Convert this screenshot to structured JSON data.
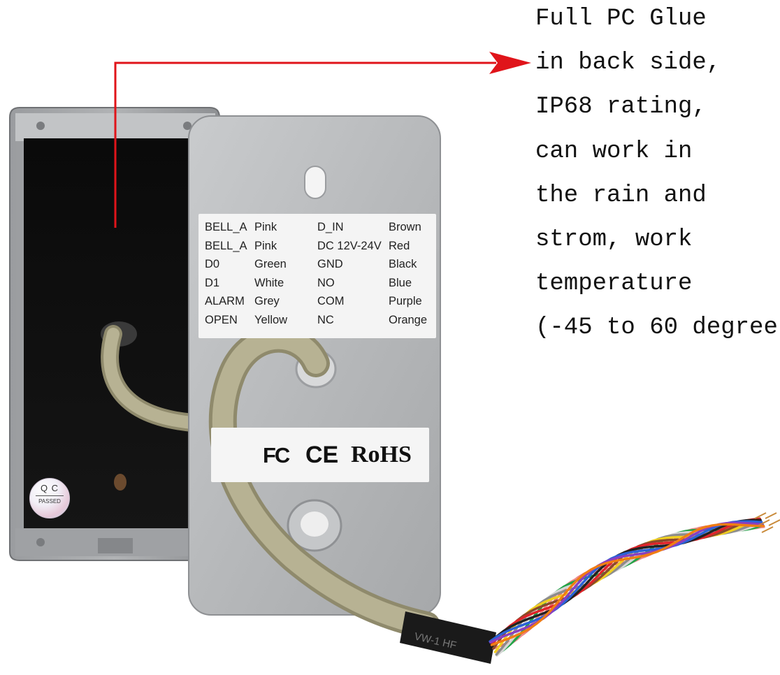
{
  "caption_lines": [
    "Full PC Glue",
    "in back side,",
    "IP68 rating,",
    "can work in",
    "the rain and",
    "strom, work",
    "temperature",
    "(-45 to 60 degree)"
  ],
  "wiring_table": [
    [
      "BELL_A",
      "Pink",
      "D_IN",
      "Brown"
    ],
    [
      "BELL_A",
      "Pink",
      "DC 12V-24V",
      "Red"
    ],
    [
      "D0",
      "Green",
      "GND",
      "Black"
    ],
    [
      "D1",
      "White",
      "NO",
      "Blue"
    ],
    [
      "ALARM",
      "Grey",
      "COM",
      "Purple"
    ],
    [
      "OPEN",
      "Yellow",
      "NC",
      "Orange"
    ]
  ],
  "certifications": {
    "fc": "FC",
    "ce": "CE",
    "rohs": "RoHS"
  },
  "qc_sticker": {
    "top": "Q C",
    "bottom": "PASSED"
  },
  "sleeve_text": "VW-1 HF",
  "colors": {
    "arrow": "#e0141a",
    "housing": "#a9acaf",
    "back_plate": "#b9bcbe",
    "cable": "#b7b293",
    "cable_shade": "#8f8a6c",
    "wire_colors": [
      "#e8736f",
      "#f08b8f",
      "#22a548",
      "#f0f0f0",
      "#8c8c8c",
      "#f0d020",
      "#8b4a2b",
      "#e0242a",
      "#222222",
      "#2a62d8",
      "#8a3fc0",
      "#f07d14"
    ]
  }
}
